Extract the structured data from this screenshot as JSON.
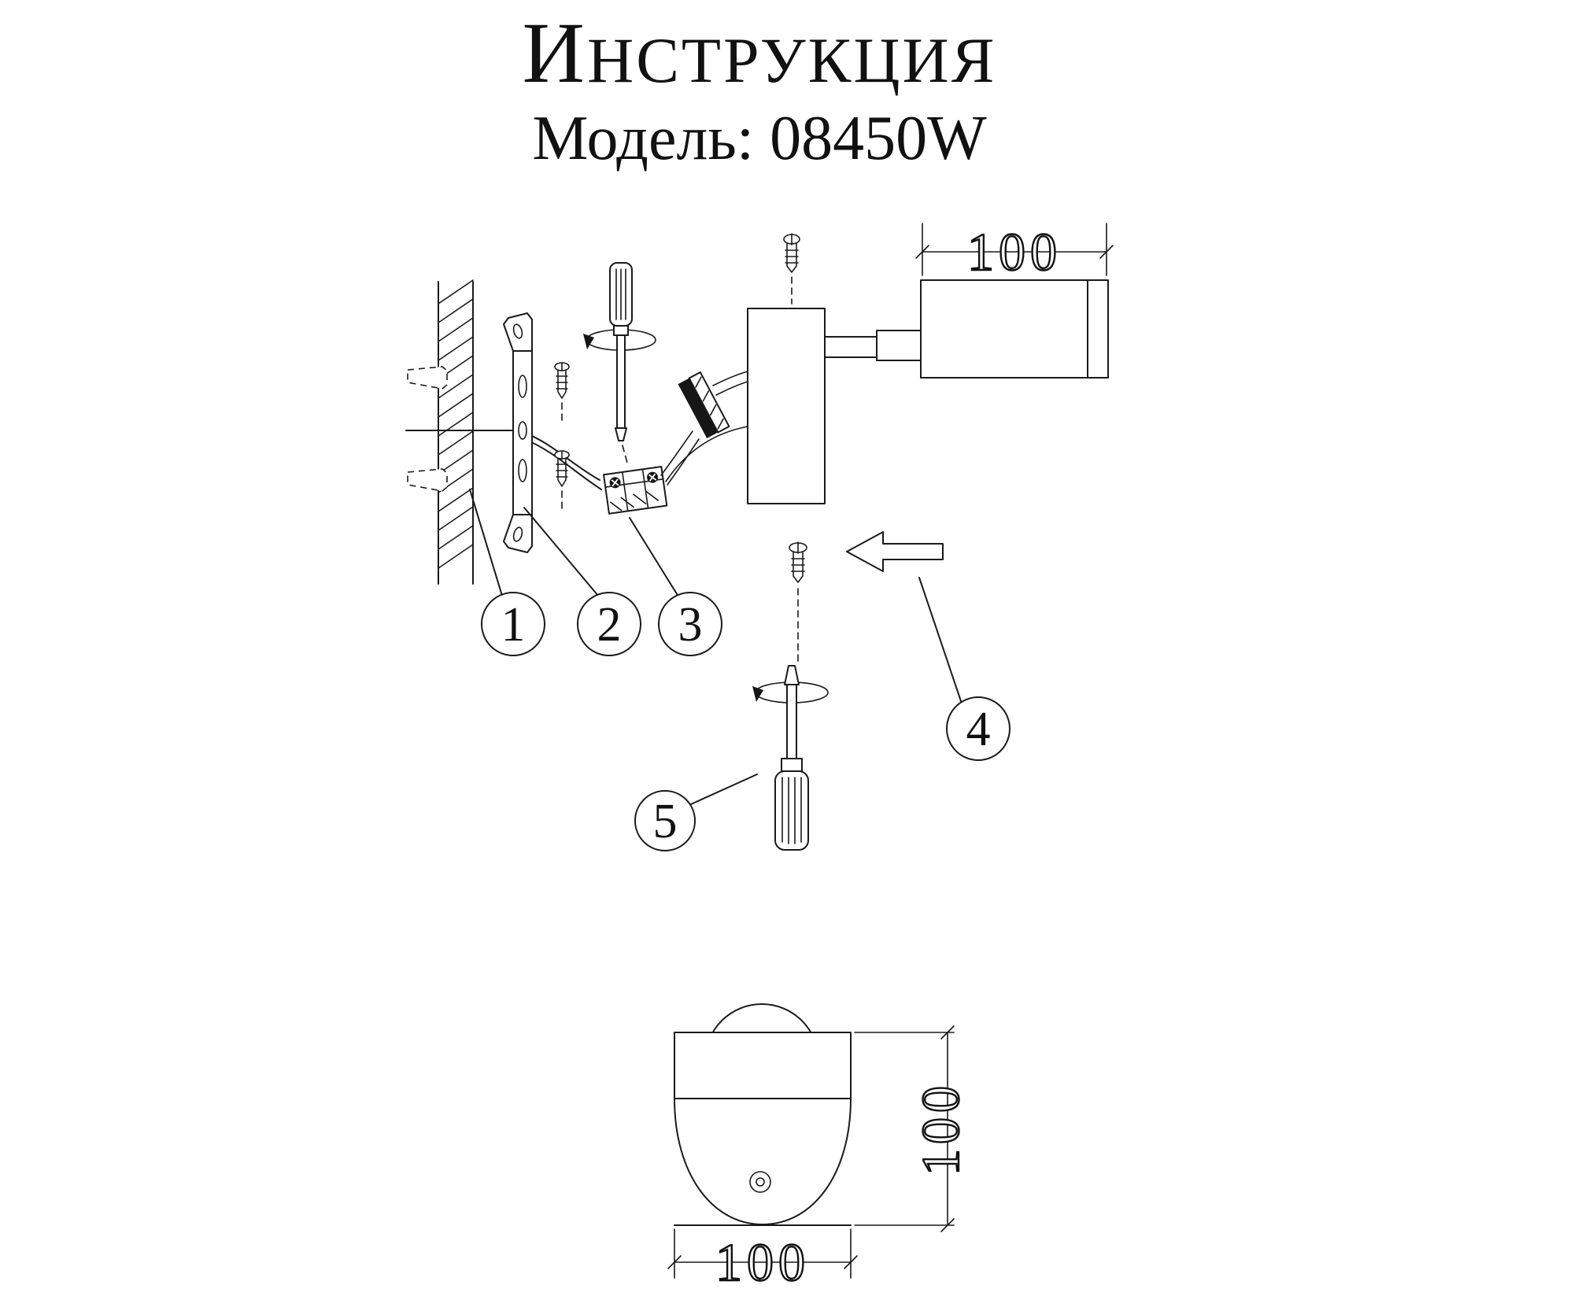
{
  "header": {
    "title_initial": "И",
    "title_rest": "НСТРУКЦИЯ",
    "model_line": "Модель: 08450W"
  },
  "callouts": {
    "c1": "1",
    "c2": "2",
    "c3": "3",
    "c4": "4",
    "c5": "5"
  },
  "dimensions": {
    "lamp_head_length": "100",
    "body_height": "100",
    "body_width": "100"
  }
}
